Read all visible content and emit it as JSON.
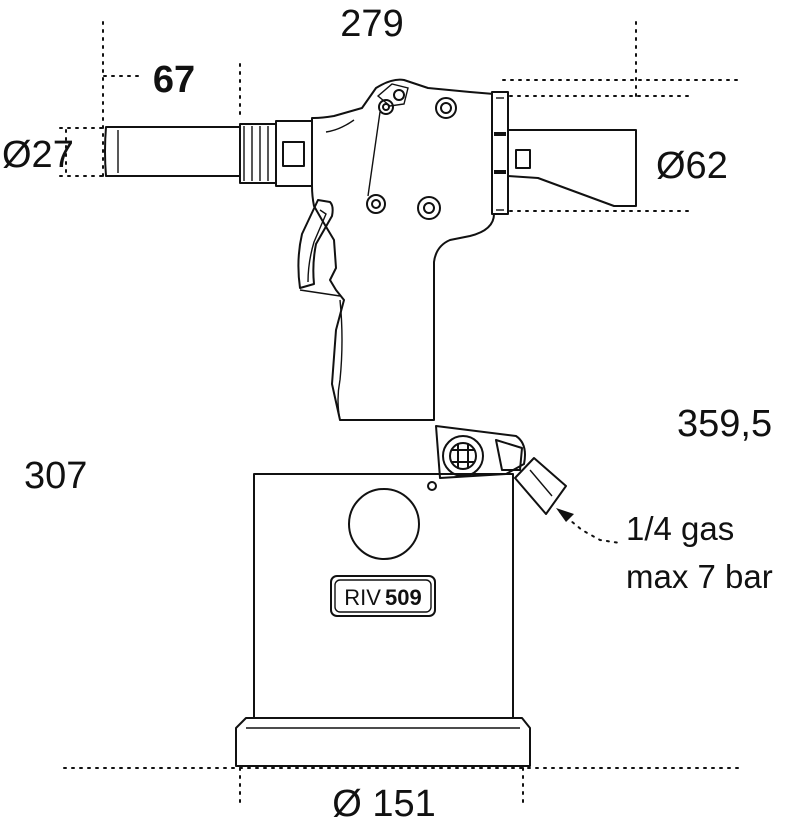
{
  "dimensions": {
    "overall_length": "279",
    "nose_length": "67",
    "nose_diameter": "Ø27",
    "rear_diameter": "Ø62",
    "height_right": "359,5",
    "height_left": "307",
    "base_diameter": "Ø 151"
  },
  "air_inlet": {
    "line1": "1/4 gas",
    "line2": "max 7 bar"
  },
  "label_plate": {
    "prefix": "RIV",
    "model": "509"
  }
}
